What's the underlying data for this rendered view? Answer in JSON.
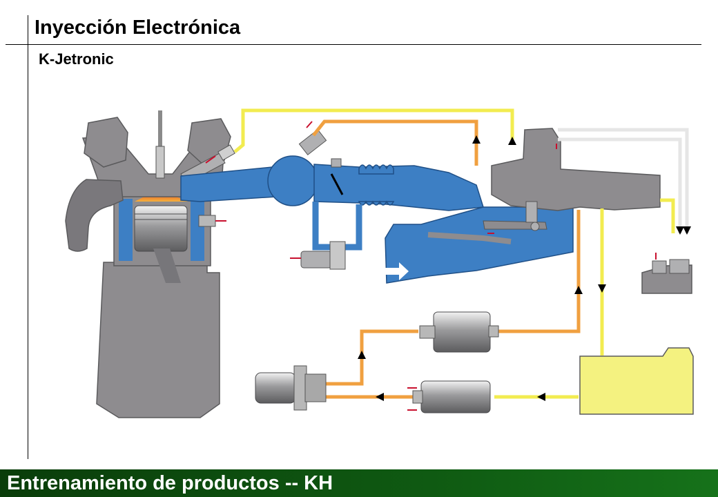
{
  "header": {
    "title": "Inyección Electrónica",
    "subtitle": "K-Jetronic"
  },
  "footer": {
    "text": "Entrenamiento de productos -- KH",
    "color": "#0f5a12"
  },
  "diagram": {
    "colors": {
      "intake_air": "#3d7fc4",
      "engine_body": "#8e8c8f",
      "fuel_feed": "#f0a040",
      "fuel_return": "#f2ec50",
      "tank": "#f4f280",
      "combustion": "#f07a20"
    },
    "icons": [
      "piston-icon",
      "fuel-tank-icon",
      "fuel-pump-icon",
      "fuel-filter-icon",
      "accumulator-icon",
      "mixture-control-unit-icon",
      "warm-up-regulator-icon",
      "injector-icon",
      "throttle-valve-icon",
      "sensor-plate-icon",
      "cold-start-valve-icon",
      "aux-air-valve-icon"
    ]
  }
}
